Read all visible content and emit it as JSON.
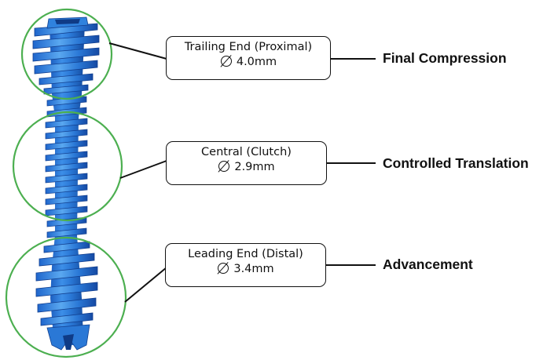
{
  "regions": [
    {
      "name": "Trailing End (Proximal)",
      "diameter": "4.0mm",
      "function": "Final Compression"
    },
    {
      "name": "Central (Clutch)",
      "diameter": "2.9mm",
      "function": "Controlled Translation"
    },
    {
      "name": "Leading End (Distal)",
      "diameter": "3.4mm",
      "function": "Advancement"
    }
  ],
  "colors": {
    "screw": "#2a78d6",
    "screw_dark": "#1549a3",
    "screw_light": "#5aa8f0",
    "highlight_circle": "#4caf50",
    "connector": "#111111"
  }
}
